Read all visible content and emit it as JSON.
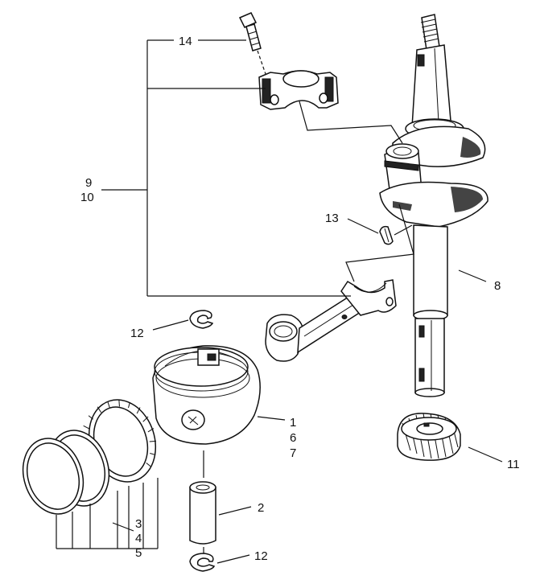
{
  "callouts": {
    "c1": "1",
    "c2": "2",
    "c3": "3",
    "c4": "4",
    "c5": "5",
    "c6": "6",
    "c7": "7",
    "c8": "8",
    "c9": "9",
    "c10": "10",
    "c11": "11",
    "c12a": "12",
    "c12b": "12",
    "c13": "13",
    "c14": "14"
  }
}
